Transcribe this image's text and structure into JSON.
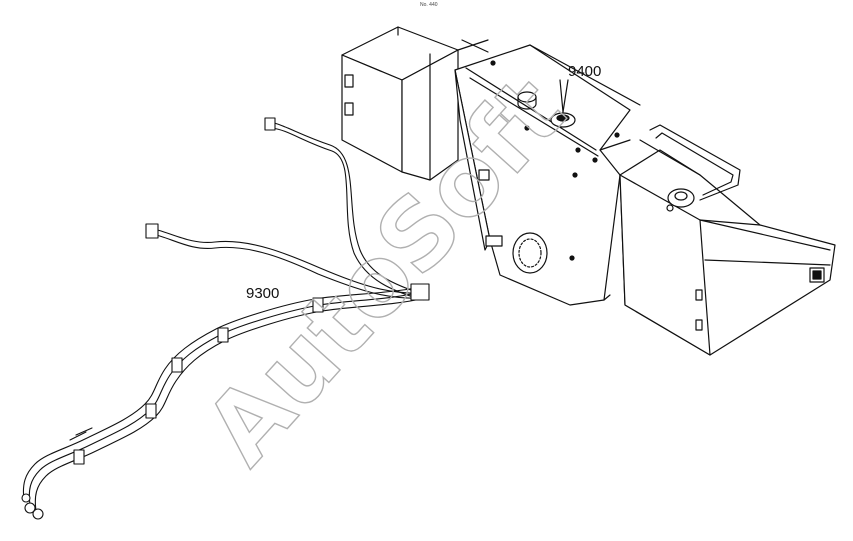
{
  "diagram": {
    "callouts": {
      "fuel_tank_ref": "9400",
      "hose_assembly_ref": "9300"
    },
    "watermark": "AutoSoft",
    "corner_note": "No. 440"
  },
  "colors": {
    "line": "#111111",
    "background": "#ffffff",
    "watermark_stroke": "#b0b0b0"
  }
}
